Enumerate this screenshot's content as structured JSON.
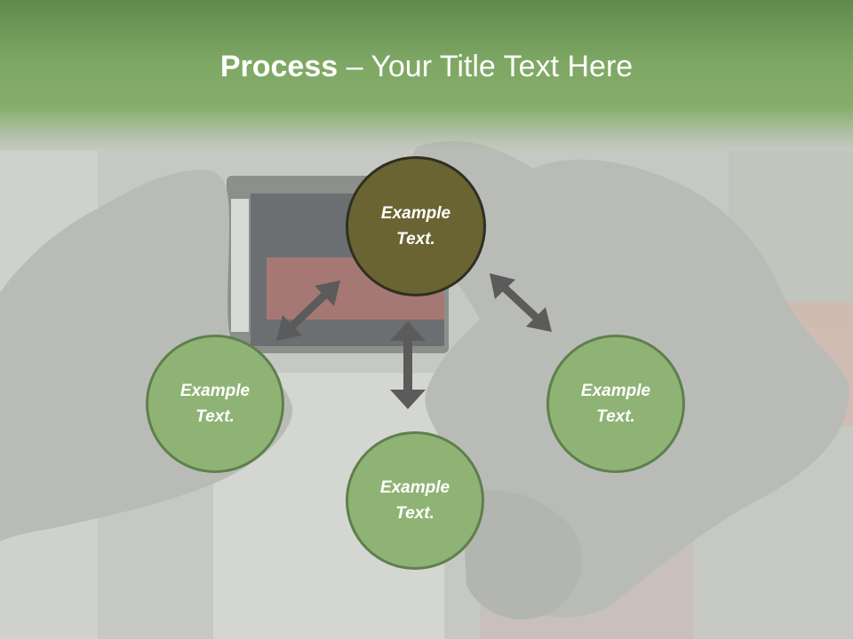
{
  "title": {
    "bold": "Process",
    "rest": " – Your Title Text Here"
  },
  "nodes": {
    "top": "Example\nText.",
    "left": "Example\nText.",
    "right": "Example\nText.",
    "bottom": "Example\nText."
  },
  "colors": {
    "title_band": "#7ea764",
    "node_fill": "#8fb375",
    "node_border": "#5f7f4d",
    "center_fill": "#6a6433",
    "arrow": "#5b5b5b"
  }
}
